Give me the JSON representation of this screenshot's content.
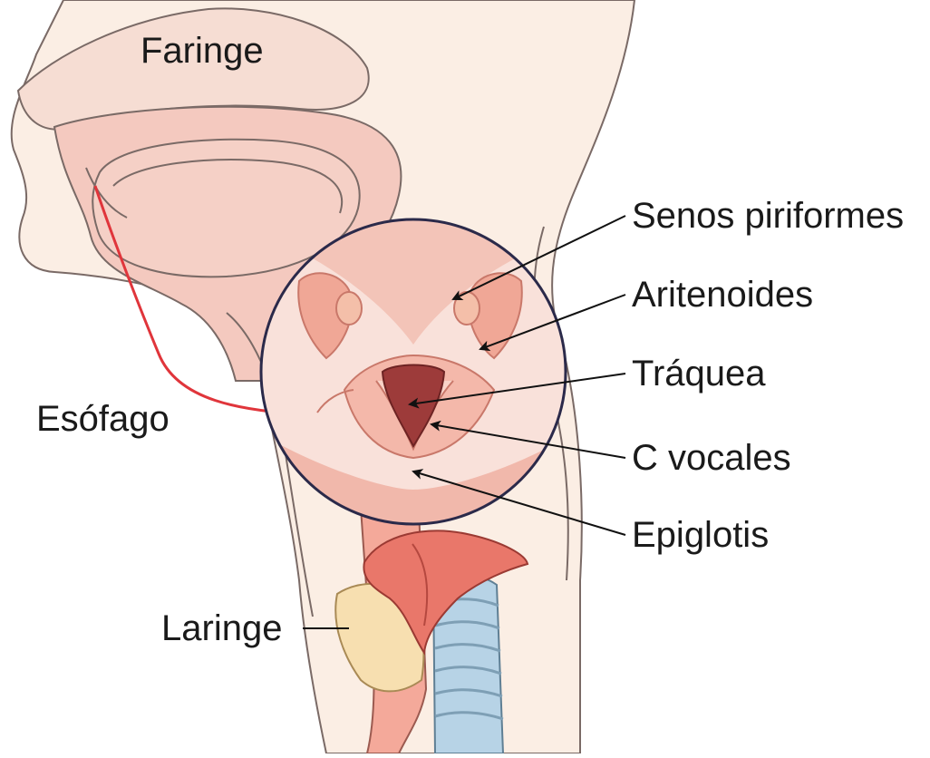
{
  "diagram": {
    "labels": {
      "faringe": "Faringe",
      "senos_piriformes": "Senos piriformes",
      "aritenoides": "Aritenoides",
      "traquea": "Tráquea",
      "c_vocales": "C vocales",
      "epiglotis": "Epiglotis",
      "esofago": "Esófago",
      "laringe": "Laringe"
    },
    "colors": {
      "skin": "#fbeee4",
      "tissue_pink": "#f4c3b9",
      "lens_border": "#2b2a4a",
      "trachea_blue": "#b7d3e6",
      "laryngeal_cartilage": "#f7dfb0",
      "epiglottis_red": "#e9776a",
      "airway_dark": "#9d3b3a",
      "arrow_red": "#e0353b"
    }
  }
}
